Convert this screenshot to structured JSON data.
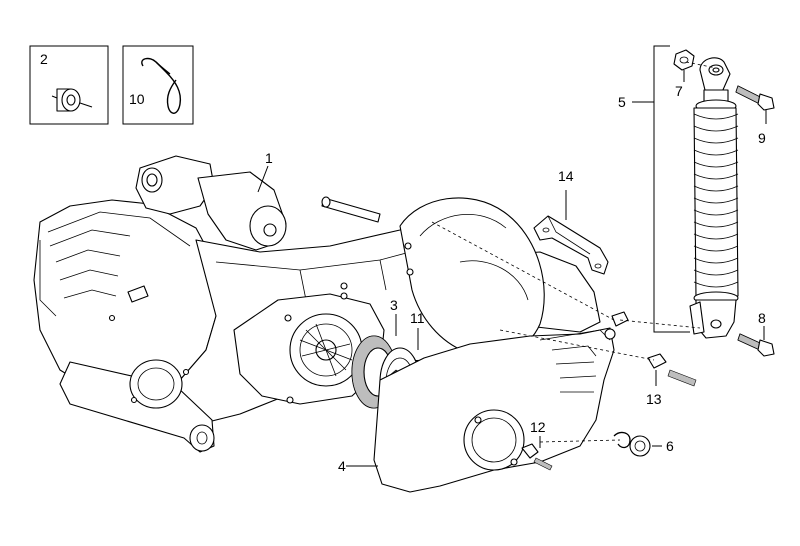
{
  "callouts": {
    "c1": "1",
    "c2": "2",
    "c3": "3",
    "c4": "4",
    "c5": "5",
    "c6": "6",
    "c7": "7",
    "c8": "8",
    "c9": "9",
    "c10": "10",
    "c11": "11",
    "c12": "12",
    "c13": "13",
    "c14": "14"
  },
  "colors": {
    "ink": "#000000",
    "paper": "#ffffff",
    "shade": "#bdbdbd"
  }
}
